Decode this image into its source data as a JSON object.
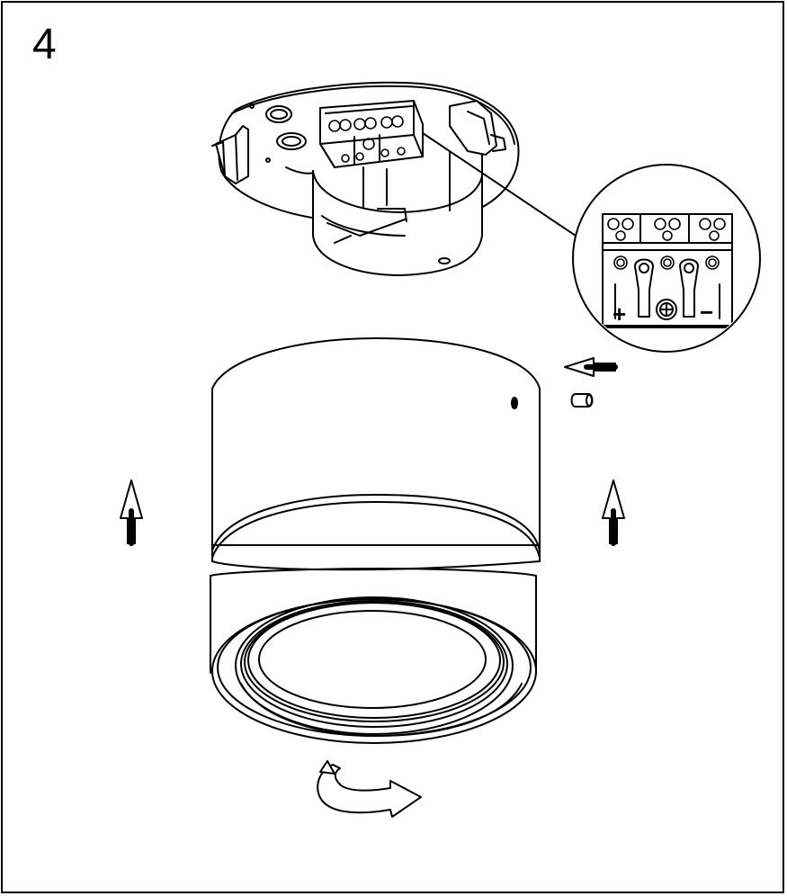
{
  "step": {
    "number": "4"
  },
  "detail": {
    "polarity_plus": "+",
    "polarity_minus": "−"
  },
  "icons": [
    "mounting-plate-with-terminal-block",
    "terminal-block-detail-magnifier",
    "cylindrical-ceiling-lamp-body",
    "push-up-arrow-icon",
    "screw-insert-arrow-icon",
    "set-screw-icon",
    "twist-rotate-arrow-icon"
  ],
  "colors": {
    "line": "#000000",
    "background": "#ffffff"
  }
}
